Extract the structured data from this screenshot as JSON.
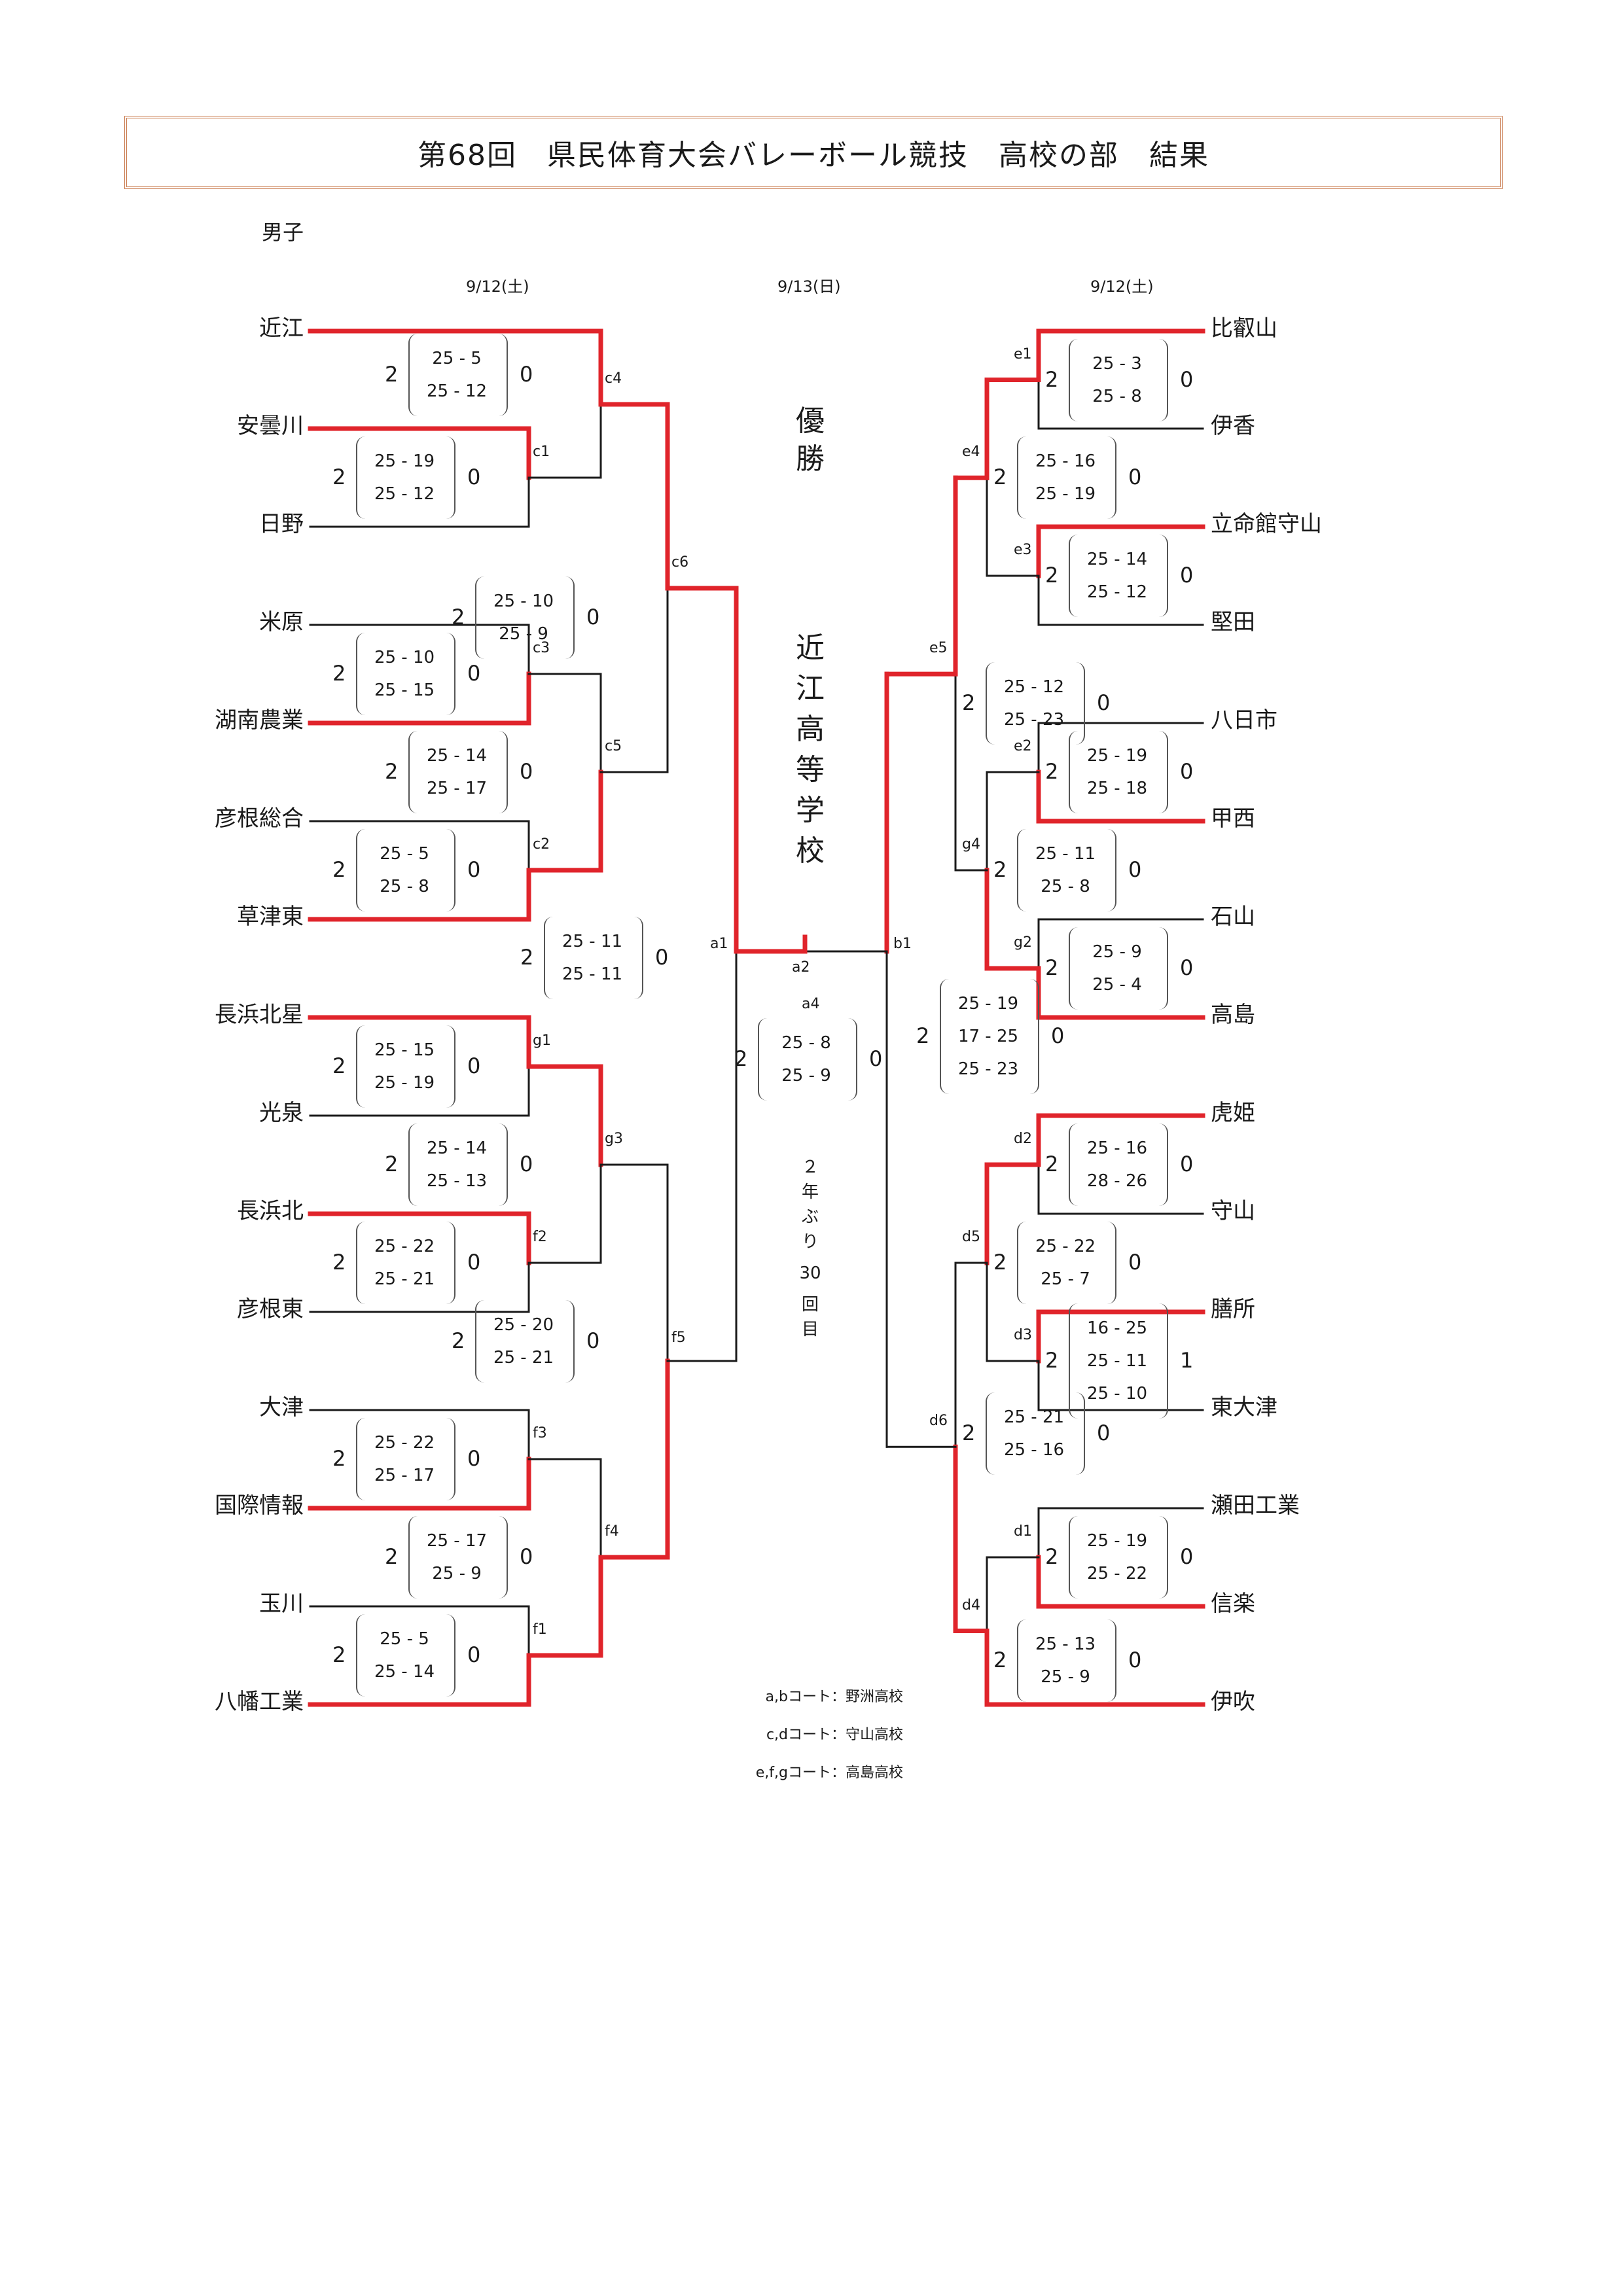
{
  "title": "第68回　県民体育大会バレーボール競技　高校の部　結果",
  "section": "男子",
  "dates": {
    "left": "9/12(土)",
    "center": "9/13(日)",
    "right": "9/12(土)"
  },
  "colors": {
    "winner_line": "#e0242b",
    "loser_line": "#1a1a1a",
    "title_border": "#c8784a"
  },
  "champion": {
    "heading": "優勝",
    "name": "近江高等学校",
    "note_chars": [
      "２",
      "年",
      "ぶ",
      "り",
      "30",
      "回",
      "目"
    ]
  },
  "left_teams": [
    "近江",
    "安曇川",
    "日野",
    "米原",
    "湖南農業",
    "彦根総合",
    "草津東",
    "長浜北星",
    "光泉",
    "長浜北",
    "彦根東",
    "大津",
    "国際情報",
    "玉川",
    "八幡工業"
  ],
  "right_teams": [
    "比叡山",
    "伊香",
    "立命館守山",
    "堅田",
    "八日市",
    "甲西",
    "石山",
    "高島",
    "虎姫",
    "守山",
    "膳所",
    "東大津",
    "瀬田工業",
    "信楽",
    "伊吹"
  ],
  "matches": {
    "c4": {
      "label": "c4",
      "winner_sets": "2",
      "loser_sets": "0",
      "sets": [
        "25 -  5",
        "25 - 12"
      ]
    },
    "c1": {
      "label": "c1",
      "winner_sets": "2",
      "loser_sets": "0",
      "sets": [
        "25 - 19",
        "25 - 12"
      ]
    },
    "c6": {
      "label": "c6",
      "winner_sets": "2",
      "loser_sets": "0",
      "sets": [
        "25 - 10",
        "25 -  9"
      ]
    },
    "c3": {
      "label": "c3",
      "winner_sets": "2",
      "loser_sets": "0",
      "sets": [
        "25 - 10",
        "25 - 15"
      ]
    },
    "c5": {
      "label": "c5",
      "winner_sets": "2",
      "loser_sets": "0",
      "sets": [
        "25 - 14",
        "25 - 17"
      ]
    },
    "c2": {
      "label": "c2",
      "winner_sets": "2",
      "loser_sets": "0",
      "sets": [
        "25 -  5",
        "25 -  8"
      ]
    },
    "a1": {
      "label": "a1",
      "winner_sets": "2",
      "loser_sets": "0",
      "sets": [
        "25 - 11",
        "25 - 11"
      ]
    },
    "g1": {
      "label": "g1",
      "winner_sets": "2",
      "loser_sets": "0",
      "sets": [
        "25 - 15",
        "25 - 19"
      ]
    },
    "g3": {
      "label": "g3",
      "winner_sets": "2",
      "loser_sets": "0",
      "sets": [
        "25 - 14",
        "25 - 13"
      ]
    },
    "f2": {
      "label": "f2",
      "winner_sets": "2",
      "loser_sets": "0",
      "sets": [
        "25 - 22",
        "25 - 21"
      ]
    },
    "f5": {
      "label": "f5",
      "winner_sets": "2",
      "loser_sets": "0",
      "sets": [
        "25 - 20",
        "25 - 21"
      ]
    },
    "f3": {
      "label": "f3",
      "winner_sets": "2",
      "loser_sets": "0",
      "sets": [
        "25 - 22",
        "25 - 17"
      ]
    },
    "f4": {
      "label": "f4",
      "winner_sets": "2",
      "loser_sets": "0",
      "sets": [
        "25 - 17",
        "25 -  9"
      ]
    },
    "f1": {
      "label": "f1",
      "winner_sets": "2",
      "loser_sets": "0",
      "sets": [
        "25 -  5",
        "25 - 14"
      ]
    },
    "a4": {
      "label": "a4",
      "winner_sets": "2",
      "loser_sets": "0",
      "sets": [
        "25 -  8",
        "25 -  9"
      ]
    },
    "a2": {
      "label": "a2"
    },
    "b1": {
      "label": "b1",
      "winner_sets": "2",
      "loser_sets": "0",
      "sets": [
        "25 - 19",
        "17 - 25",
        "25 - 23"
      ]
    },
    "e1": {
      "label": "e1",
      "winner_sets": "2",
      "loser_sets": "0",
      "sets": [
        "25 -  3",
        "25 -  8"
      ]
    },
    "e4": {
      "label": "e4",
      "winner_sets": "2",
      "loser_sets": "0",
      "sets": [
        "25 - 16",
        "25 - 19"
      ]
    },
    "e3": {
      "label": "e3",
      "winner_sets": "2",
      "loser_sets": "0",
      "sets": [
        "25 - 14",
        "25 - 12"
      ]
    },
    "e5": {
      "label": "e5",
      "winner_sets": "2",
      "loser_sets": "0",
      "sets": [
        "25 - 12",
        "25 - 23"
      ]
    },
    "e2": {
      "label": "e2",
      "winner_sets": "2",
      "loser_sets": "0",
      "sets": [
        "25 - 19",
        "25 - 18"
      ]
    },
    "g4": {
      "label": "g4",
      "winner_sets": "2",
      "loser_sets": "0",
      "sets": [
        "25 - 11",
        "25 -  8"
      ]
    },
    "g2": {
      "label": "g2",
      "winner_sets": "2",
      "loser_sets": "0",
      "sets": [
        "25 -  9",
        "25 -  4"
      ]
    },
    "d2": {
      "label": "d2",
      "winner_sets": "2",
      "loser_sets": "0",
      "sets": [
        "25 - 16",
        "28 - 26"
      ]
    },
    "d5": {
      "label": "d5",
      "winner_sets": "2",
      "loser_sets": "0",
      "sets": [
        "25 - 22",
        "25 -  7"
      ]
    },
    "d3": {
      "label": "d3",
      "winner_sets": "2",
      "loser_sets": "1",
      "sets": [
        "16 - 25",
        "25 - 11",
        "25 - 10"
      ]
    },
    "d6": {
      "label": "d6",
      "winner_sets": "2",
      "loser_sets": "0",
      "sets": [
        "25 - 21",
        "25 - 16"
      ]
    },
    "d1": {
      "label": "d1",
      "winner_sets": "2",
      "loser_sets": "0",
      "sets": [
        "25 - 19",
        "25 - 22"
      ]
    },
    "d4": {
      "label": "d4",
      "winner_sets": "2",
      "loser_sets": "0",
      "sets": [
        "25 - 13",
        "25 -  9"
      ]
    }
  },
  "court_notes": [
    "a,bコート：野洲高校",
    "c,dコート：守山高校",
    "e,f,gコート：高島高校"
  ]
}
